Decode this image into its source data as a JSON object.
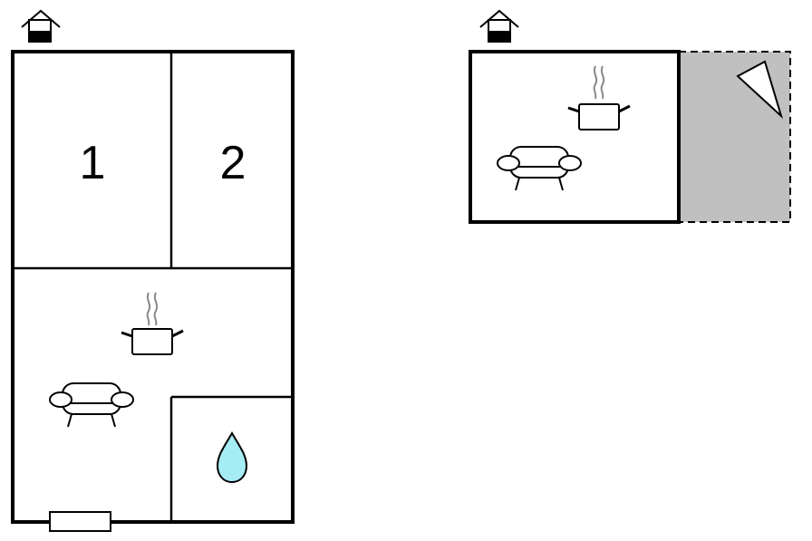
{
  "plan": {
    "rooms": [
      {
        "id": "bedroom-1",
        "label": "1"
      },
      {
        "id": "bedroom-2",
        "label": "2"
      }
    ],
    "icons": {
      "level_marker": "house-level-icon",
      "kitchen": "cooking-pot-icon",
      "living": "sofa-icon",
      "bathroom": "water-drop-icon",
      "door": "door-icon",
      "terrace_feature": "triangle-icon"
    },
    "colors": {
      "wall": "#000000",
      "terrace": "#c0c0c0",
      "water": "#a6ecf5",
      "steam": "#888888"
    }
  }
}
